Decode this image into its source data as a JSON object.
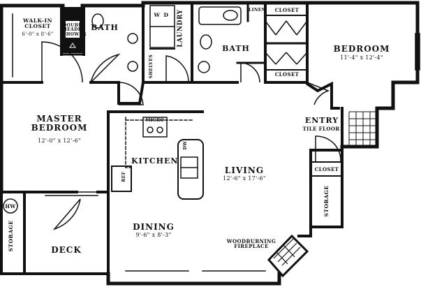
{
  "rooms": {
    "walk_in_closet": {
      "name": "WALK-IN CLOSET",
      "name_line1": "WALK-IN",
      "name_line2": "CLOSET",
      "dims": "6'-0\" x 8'-6\""
    },
    "double_headed_shower": {
      "line1": "DOUBLE",
      "line2": "HEADED",
      "line3": "SHOWER"
    },
    "master_bath": {
      "name": "BATH"
    },
    "w_d": {
      "w": "W",
      "d": "D"
    },
    "laundry": {
      "name": "LAUNDRY"
    },
    "shelves": {
      "name": "SHELVES"
    },
    "bath2": {
      "name": "BATH"
    },
    "linen": {
      "name": "LINEN"
    },
    "closet_top": {
      "name": "CLOSET"
    },
    "closet_mid": {
      "name": "CLOSET"
    },
    "bedroom": {
      "name": "BEDROOM",
      "dims": "11'-4\" x 12'-4\""
    },
    "master_bedroom": {
      "name_line1": "MASTER",
      "name_line2": "BEDROOM",
      "dims": "12'-0\" x 12'-6\""
    },
    "kitchen": {
      "name": "KITCHEN",
      "micro": "MICRO",
      "dw": "DW",
      "ref": "REF"
    },
    "living": {
      "name": "LIVING",
      "dims": "12'-6\" x 17'-6\""
    },
    "entry": {
      "name": "ENTRY",
      "floor": "TILE FLOOR"
    },
    "closet_entry": {
      "name": "CLOSET"
    },
    "storage_right": {
      "name": "STORAGE"
    },
    "hw": {
      "name": "HW"
    },
    "storage_left": {
      "name": "STORAGE"
    },
    "deck": {
      "name": "DECK"
    },
    "dining": {
      "name": "DINING",
      "dims": "9'-6\" x 8'-3\""
    },
    "fireplace": {
      "line1": "WOODBURNING",
      "line2": "FIREPLACE"
    }
  },
  "colors": {
    "wall": "#111111",
    "background": "#ffffff",
    "tile": "#111111"
  }
}
